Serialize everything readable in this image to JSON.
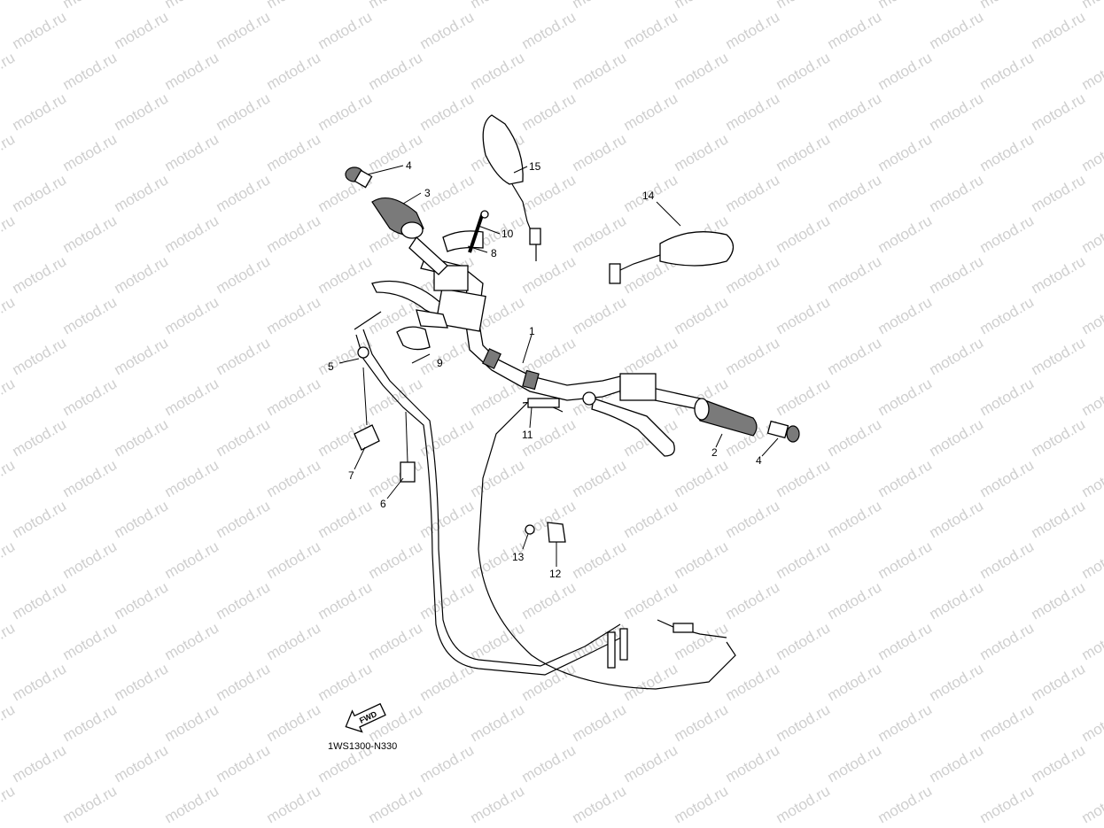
{
  "watermark": {
    "text": "motod.ru"
  },
  "diagram_code": "1WS1300-N330",
  "fwd_label": "FWD",
  "callouts": [
    "1",
    "2",
    "3",
    "4",
    "4",
    "5",
    "6",
    "7",
    "8",
    "9",
    "10",
    "11",
    "12",
    "13",
    "14",
    "15"
  ]
}
